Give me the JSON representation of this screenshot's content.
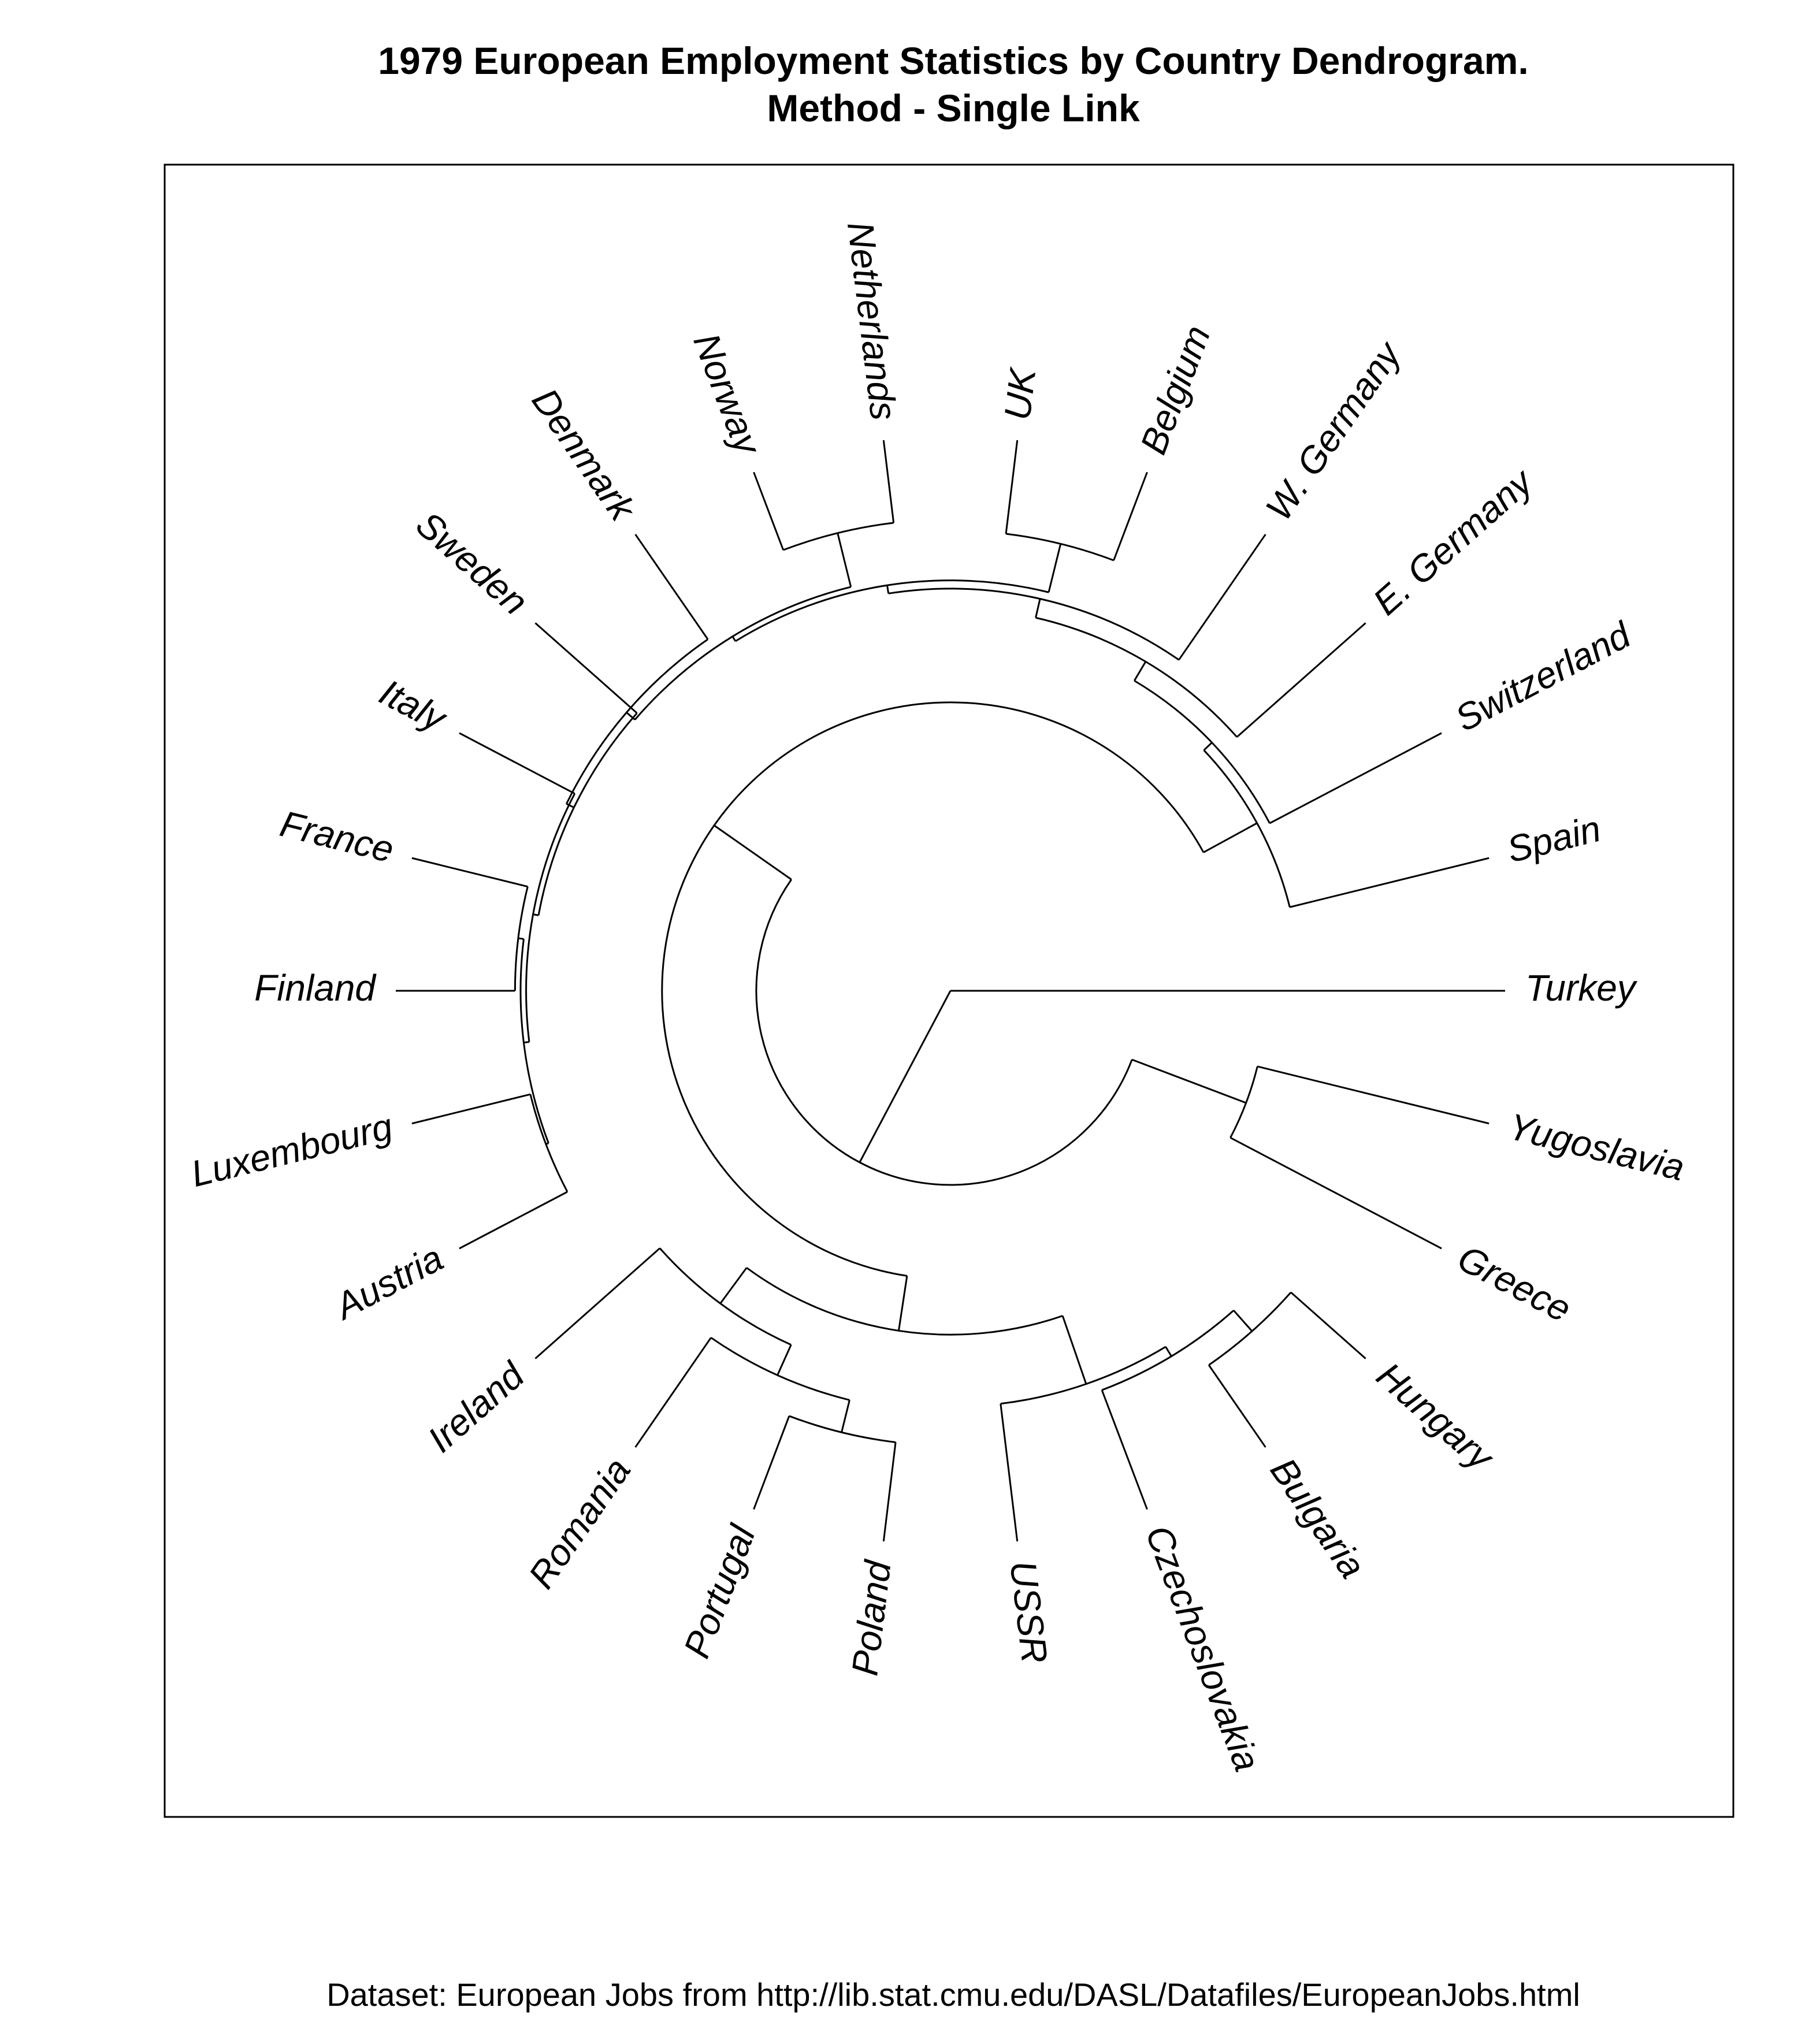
{
  "title": {
    "line1": "1979 European Employment Statistics by Country Dendrogram.",
    "line2": "Method -  Single Link"
  },
  "caption": "Dataset: European Jobs from http://lib.stat.cmu.edu/DASL/Datafiles/EuropeanJobs.html",
  "colors": {
    "background": "#ffffff",
    "ink": "#000000"
  },
  "dendrogram": {
    "method": "Single Link",
    "layout": "radial",
    "leaves": [
      "Turkey",
      "Spain",
      "Switzerland",
      "E. Germany",
      "W. Germany",
      "Belgium",
      "UK",
      "Netherlands",
      "Norway",
      "Denmark",
      "Sweden",
      "Italy",
      "France",
      "Finland",
      "Luxembourg",
      "Austria",
      "Ireland",
      "Romania",
      "Portugal",
      "Poland",
      "USSR",
      "Czechoslovakia",
      "Bulgaria",
      "Hungary",
      "Greece",
      "Yugoslavia"
    ],
    "tree": {
      "h": 0,
      "children": [
        {
          "leaf": "Turkey"
        },
        {
          "h": 0.35,
          "children": [
            {
              "h": 0.52,
              "children": [
                {
                  "h": 0.63,
                  "children": [
                    {
                      "leaf": "Spain"
                    },
                    {
                      "h": 0.65,
                      "children": [
                        {
                          "leaf": "Switzerland"
                        },
                        {
                          "h": 0.69,
                          "children": [
                            {
                              "leaf": "E. Germany"
                            },
                            {
                              "h": 0.725,
                              "children": [
                                {
                                  "leaf": "W. Germany"
                                },
                                {
                                  "h": 0.74,
                                  "children": [
                                    {
                                      "h": 0.83,
                                      "children": [
                                        {
                                          "leaf": "Belgium"
                                        },
                                        {
                                          "leaf": "UK"
                                        }
                                      ]
                                    },
                                    {
                                      "h": 0.75,
                                      "children": [
                                        {
                                          "h": 0.85,
                                          "children": [
                                            {
                                              "leaf": "Netherlands"
                                            },
                                            {
                                              "leaf": "Norway"
                                            }
                                          ]
                                        },
                                        {
                                          "h": 0.77,
                                          "children": [
                                            {
                                              "leaf": "Denmark"
                                            },
                                            {
                                              "h": 0.755,
                                              "children": [
                                                {
                                                  "leaf": "Sweden"
                                                },
                                                {
                                                  "h": 0.765,
                                                  "children": [
                                                    {
                                                      "leaf": "Italy"
                                                    },
                                                    {
                                                      "h": 0.775,
                                                      "children": [
                                                        {
                                                          "h": 0.785,
                                                          "children": [
                                                            {
                                                              "leaf": "France"
                                                            },
                                                            {
                                                              "leaf": "Finland"
                                                            }
                                                          ]
                                                        },
                                                        {
                                                          "h": 0.78,
                                                          "children": [
                                                            {
                                                              "leaf": "Luxembourg"
                                                            },
                                                            {
                                                              "leaf": "Austria"
                                                            }
                                                          ]
                                                        }
                                                      ]
                                                    }
                                                  ]
                                                }
                                              ]
                                            }
                                          ]
                                        }
                                      ]
                                    }
                                  ]
                                }
                              ]
                            }
                          ]
                        }
                      ]
                    }
                  ]
                },
                {
                  "h": 0.62,
                  "children": [
                    {
                      "h": 0.7,
                      "children": [
                        {
                          "leaf": "Ireland"
                        },
                        {
                          "h": 0.76,
                          "children": [
                            {
                              "leaf": "Romania"
                            },
                            {
                              "h": 0.82,
                              "children": [
                                {
                                  "leaf": "Portugal"
                                },
                                {
                                  "leaf": "Poland"
                                }
                              ]
                            }
                          ]
                        }
                      ]
                    },
                    {
                      "h": 0.75,
                      "children": [
                        {
                          "leaf": "USSR"
                        },
                        {
                          "h": 0.77,
                          "children": [
                            {
                              "leaf": "Czechoslovakia"
                            },
                            {
                              "h": 0.82,
                              "children": [
                                {
                                  "leaf": "Bulgaria"
                                },
                                {
                                  "leaf": "Hungary"
                                }
                              ]
                            }
                          ]
                        }
                      ]
                    }
                  ]
                }
              ]
            },
            {
              "h": 0.57,
              "children": [
                {
                  "leaf": "Greece"
                },
                {
                  "leaf": "Yugoslavia"
                }
              ]
            }
          ]
        }
      ]
    }
  }
}
